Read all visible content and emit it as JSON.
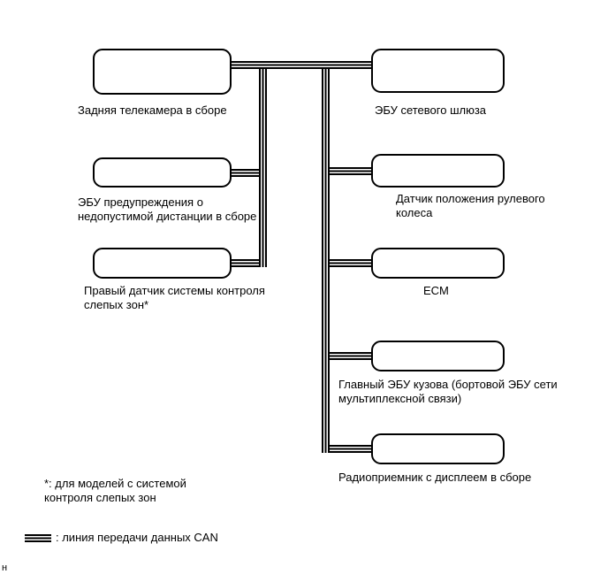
{
  "diagram": {
    "nodes": [
      {
        "id": "rear-camera",
        "label": "Задняя телекамера в сборе"
      },
      {
        "id": "distance-warning-ecu",
        "label": "ЭБУ предупреждения о недопустимой дистанции в сборе"
      },
      {
        "id": "blind-spot-sensor",
        "label": "Правый датчик системы контроля слепых зон*"
      },
      {
        "id": "gateway-ecu",
        "label": "ЭБУ сетевого шлюза"
      },
      {
        "id": "steering-sensor",
        "label": "Датчик положения рулевого колеса"
      },
      {
        "id": "ecm",
        "label": "ECM"
      },
      {
        "id": "main-body-ecu",
        "label": "Главный ЭБУ кузова (бортовой ЭБУ сети мультиплексной связи)"
      },
      {
        "id": "radio-display",
        "label": "Радиоприемник с дисплеем в сборе"
      }
    ],
    "footnote": "*: для моделей с системой контроля слепых зон",
    "legend_label": ": линия передачи данных CAN",
    "corner_char": "н",
    "colors": {
      "line": "#000000",
      "background": "#ffffff"
    }
  }
}
